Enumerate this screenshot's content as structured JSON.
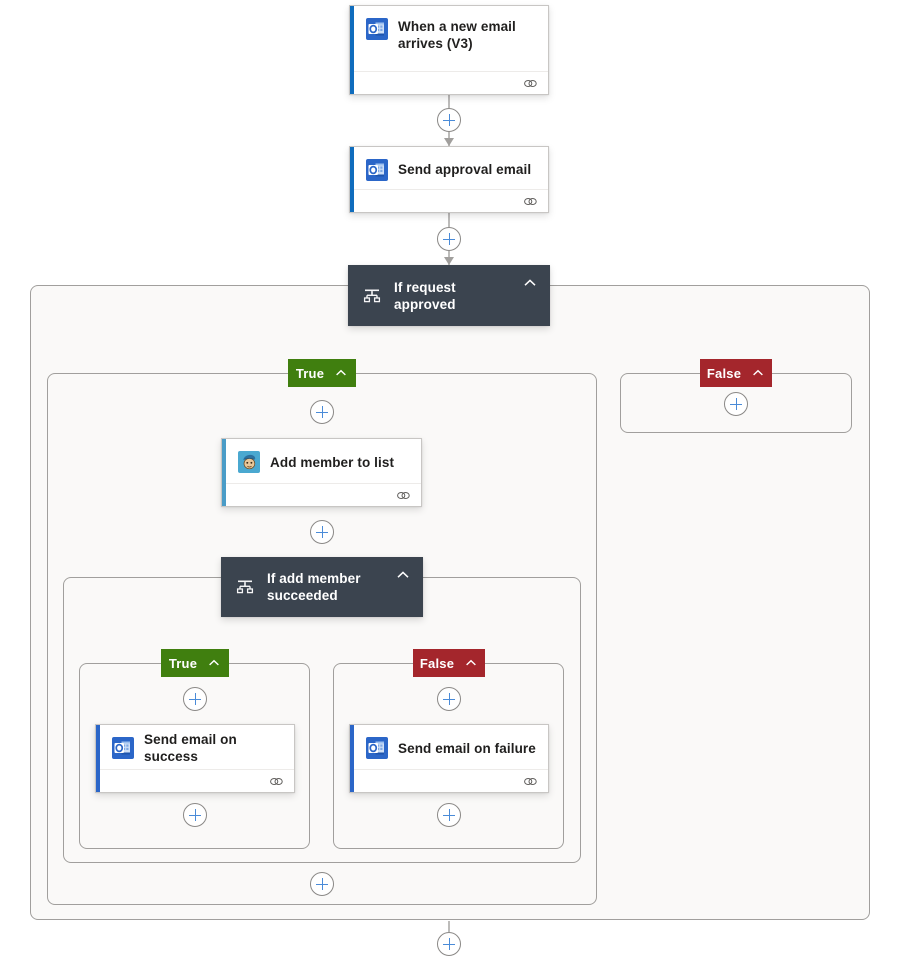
{
  "flow": {
    "title": "Power Automate flow designer canvas",
    "colors": {
      "true_badge": "#407f0f",
      "false_badge": "#a4262c",
      "condition_box": "#3b444f",
      "scope_background": "#faf9f8",
      "scope_border": "#a19f9d",
      "card_background": "#ffffff",
      "outlook_accent": "#0f6cbd",
      "mailchimp_accent": "#4a9cc7",
      "plus_glyph": "#4a8bd8"
    },
    "nodes": {
      "trigger": {
        "label": "When a new email arrives (V3)",
        "icon": "outlook-icon",
        "footer_icon": "link-icon"
      },
      "send_approval": {
        "label": "Send approval email",
        "icon": "outlook-icon",
        "footer_icon": "link-icon"
      },
      "if_request_approved": {
        "label": "If request approved",
        "icon": "condition-icon",
        "collapse_icon": "chevron-up-icon"
      },
      "add_member": {
        "label": "Add member to list",
        "icon": "mailchimp-icon",
        "footer_icon": "link-icon"
      },
      "if_add_member_succeeded": {
        "label": "If add member succeeded",
        "icon": "condition-icon",
        "collapse_icon": "chevron-up-icon"
      },
      "send_success": {
        "label": "Send email on success",
        "icon": "outlook-icon",
        "footer_icon": "link-icon"
      },
      "send_failure": {
        "label": "Send email on failure",
        "icon": "outlook-icon",
        "footer_icon": "link-icon"
      }
    },
    "branches": {
      "outer_true": {
        "label": "True",
        "collapse_icon": "chevron-up-icon"
      },
      "outer_false": {
        "label": "False",
        "collapse_icon": "chevron-up-icon"
      },
      "inner_true": {
        "label": "True",
        "collapse_icon": "chevron-up-icon"
      },
      "inner_false": {
        "label": "False",
        "collapse_icon": "chevron-up-icon"
      }
    },
    "add_buttons": [
      {
        "name": "add-step-after-trigger",
        "label": "+"
      },
      {
        "name": "add-step-after-send-approval",
        "label": "+"
      },
      {
        "name": "add-step-outer-true-top",
        "label": "+"
      },
      {
        "name": "add-step-after-add-member",
        "label": "+"
      },
      {
        "name": "add-step-outer-false",
        "label": "+"
      },
      {
        "name": "add-step-inner-true-top",
        "label": "+"
      },
      {
        "name": "add-step-inner-false-top",
        "label": "+"
      },
      {
        "name": "add-step-inner-true-bottom",
        "label": "+"
      },
      {
        "name": "add-step-inner-false-bottom",
        "label": "+"
      },
      {
        "name": "add-step-outer-true-bottom",
        "label": "+"
      },
      {
        "name": "add-step-after-condition",
        "label": "+"
      }
    ]
  }
}
